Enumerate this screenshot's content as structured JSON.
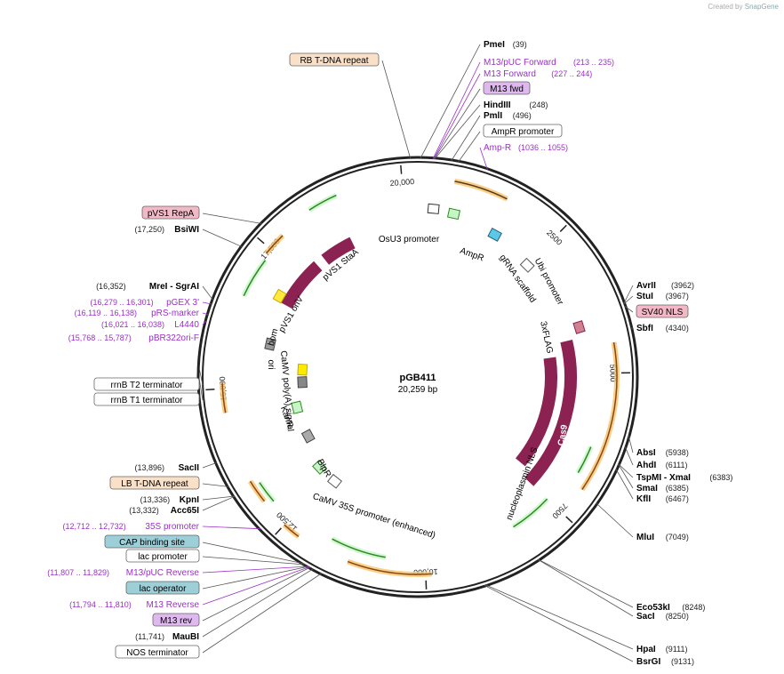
{
  "credit": {
    "prefix": "Created by",
    "brand": "SnapGene"
  },
  "plasmid": {
    "name": "pGB411",
    "size_label": "20,259 bp",
    "length": 20259
  },
  "colors": {
    "backbone": "#222222",
    "enzyme_text": "#000000",
    "position_text": "#333333",
    "primer": "#9b30c8",
    "feature_arrow": "#8b2252",
    "light_green": "#c8f5c8",
    "orf_orange": "#f7c46b",
    "orf_green": "#2d8a1f",
    "orf_brown": "#8b4513",
    "tdna_box": "#fbe0c8",
    "repa_box": "#f2b8c6",
    "cap_box": "#9ccfd8",
    "m13_box": "#e0b8f0"
  },
  "ticks": [
    {
      "label": "20,000",
      "pos": 20000
    },
    {
      "label": "2500",
      "pos": 2500
    },
    {
      "label": "5000",
      "pos": 5000
    },
    {
      "label": "7500",
      "pos": 7500
    },
    {
      "label": "10,000",
      "pos": 10000
    },
    {
      "label": "12,500",
      "pos": 12500
    },
    {
      "label": "15,000",
      "pos": 15000
    },
    {
      "label": "17,500",
      "pos": 17500
    }
  ],
  "callouts_right": [
    {
      "name": "PmeI",
      "pos_text": "(39)",
      "pos": 39,
      "kind": "enzyme-left"
    },
    {
      "name": "M13/pUC Forward",
      "pos_text": "(213 .. 235)",
      "pos": 224,
      "kind": "primer"
    },
    {
      "name": "M13 Forward",
      "pos_text": "(227 .. 244)",
      "pos": 235,
      "kind": "primer"
    },
    {
      "name": "M13 fwd",
      "pos_text": "",
      "pos": 240,
      "kind": "box-m13"
    },
    {
      "name": "HindIII",
      "pos_text": "(248)",
      "pos": 248,
      "kind": "enzyme"
    },
    {
      "name": "PmlI",
      "pos_text": "(496)",
      "pos": 496,
      "kind": "enzyme"
    },
    {
      "name": "AmpR promoter",
      "pos_text": "",
      "pos": 600,
      "kind": "box-plain"
    },
    {
      "name": "Amp-R",
      "pos_text": "(1036 .. 1055)",
      "pos": 1045,
      "kind": "primer"
    },
    {
      "name": "AvrII",
      "pos_text": "(3962)",
      "pos": 3962,
      "kind": "enzyme"
    },
    {
      "name": "StuI",
      "pos_text": "(3967)",
      "pos": 3967,
      "kind": "enzyme"
    },
    {
      "name": "SV40 NLS",
      "pos_text": "",
      "pos": 4000,
      "kind": "box-repa"
    },
    {
      "name": "SbfI",
      "pos_text": "(4340)",
      "pos": 4340,
      "kind": "enzyme"
    },
    {
      "name": "AbsI",
      "pos_text": "(5938)",
      "pos": 5938,
      "kind": "enzyme"
    },
    {
      "name": "AhdI",
      "pos_text": "(6111)",
      "pos": 6111,
      "kind": "enzyme"
    },
    {
      "name": "TspMI - XmaI",
      "pos_text": "(6383)",
      "pos": 6383,
      "kind": "enzyme"
    },
    {
      "name": "SmaI",
      "pos_text": "(6385)",
      "pos": 6385,
      "kind": "enzyme"
    },
    {
      "name": "KflI",
      "pos_text": "(6467)",
      "pos": 6467,
      "kind": "enzyme"
    },
    {
      "name": "MluI",
      "pos_text": "(7049)",
      "pos": 7049,
      "kind": "enzyme"
    },
    {
      "name": "Eco53kI",
      "pos_text": "(8248)",
      "pos": 8248,
      "kind": "enzyme"
    },
    {
      "name": "SacI",
      "pos_text": "(8250)",
      "pos": 8250,
      "kind": "enzyme"
    },
    {
      "name": "HpaI",
      "pos_text": "(9111)",
      "pos": 9111,
      "kind": "enzyme"
    },
    {
      "name": "BsrGI",
      "pos_text": "(9131)",
      "pos": 9131,
      "kind": "enzyme"
    }
  ],
  "callouts_left": [
    {
      "name": "RB T-DNA repeat",
      "pos_text": "",
      "pos": 20150,
      "kind": "box-tdna"
    },
    {
      "name": "pVS1 RepA",
      "pos_text": "",
      "pos": 17700,
      "kind": "box-repa"
    },
    {
      "name": "BsiWI",
      "pos_text": "(17,250)",
      "pos": 17250,
      "kind": "enzyme"
    },
    {
      "name": "MreI - SgrAI",
      "pos_text": "(16,352)",
      "pos": 16352,
      "kind": "enzyme"
    },
    {
      "name": "pGEX 3'",
      "pos_text": "(16,279 .. 16,301)",
      "pos": 16290,
      "kind": "primer"
    },
    {
      "name": "pRS-marker",
      "pos_text": "(16,119 .. 16,138)",
      "pos": 16128,
      "kind": "primer"
    },
    {
      "name": "L4440",
      "pos_text": "(16,021 .. 16,038)",
      "pos": 16030,
      "kind": "primer"
    },
    {
      "name": "pBR322ori-F",
      "pos_text": "(15,768 .. 15,787)",
      "pos": 15778,
      "kind": "primer"
    },
    {
      "name": "rrnB T2 terminator",
      "pos_text": "",
      "pos": 15320,
      "kind": "box-plain"
    },
    {
      "name": "rrnB T1 terminator",
      "pos_text": "",
      "pos": 15180,
      "kind": "box-plain"
    },
    {
      "name": "SacII",
      "pos_text": "(13,896)",
      "pos": 13896,
      "kind": "enzyme"
    },
    {
      "name": "LB T-DNA repeat",
      "pos_text": "",
      "pos": 13500,
      "kind": "box-tdna"
    },
    {
      "name": "KpnI",
      "pos_text": "(13,336)",
      "pos": 13336,
      "kind": "enzyme"
    },
    {
      "name": "Acc65I",
      "pos_text": "(13,332)",
      "pos": 13332,
      "kind": "enzyme"
    },
    {
      "name": "35S promoter",
      "pos_text": "(12,712 .. 12,732)",
      "pos": 12722,
      "kind": "primer"
    },
    {
      "name": "CAP binding site",
      "pos_text": "",
      "pos": 11900,
      "kind": "box-cap"
    },
    {
      "name": "lac promoter",
      "pos_text": "",
      "pos": 11870,
      "kind": "box-plain"
    },
    {
      "name": "M13/pUC Reverse",
      "pos_text": "(11,807 .. 11,829)",
      "pos": 11818,
      "kind": "primer"
    },
    {
      "name": "lac operator",
      "pos_text": "",
      "pos": 11815,
      "kind": "box-cap"
    },
    {
      "name": "M13 Reverse",
      "pos_text": "(11,794 .. 11,810)",
      "pos": 11802,
      "kind": "primer"
    },
    {
      "name": "M13 rev",
      "pos_text": "",
      "pos": 11790,
      "kind": "box-m13"
    },
    {
      "name": "MauBI",
      "pos_text": "(11,741)",
      "pos": 11741,
      "kind": "enzyme"
    },
    {
      "name": "NOS terminator",
      "pos_text": "",
      "pos": 11600,
      "kind": "box-plain"
    }
  ],
  "inner_labels": [
    {
      "text": "OsU3 promoter"
    },
    {
      "text": "AmpR"
    },
    {
      "text": "gRNA scaffold"
    },
    {
      "text": "Ubi promoter"
    },
    {
      "text": "3xFLAG"
    },
    {
      "text": "Cas9"
    },
    {
      "text": "Cas9"
    },
    {
      "text": "nucleoplasmin NLS"
    },
    {
      "text": "pVS1 StaA"
    },
    {
      "text": "pVS1 oriV"
    },
    {
      "text": "bom"
    },
    {
      "text": "ori"
    },
    {
      "text": "CaMV poly(A) signal"
    },
    {
      "text": "KanR"
    },
    {
      "text": "BlpR"
    },
    {
      "text": "CaMV 35S promoter (enhanced)"
    }
  ],
  "feature_arcs": [
    {
      "name": "Cas9 (outer)",
      "start": 4300,
      "end": 7500,
      "color": "feature_arrow",
      "direction": "cw"
    },
    {
      "name": "Cas9 (inner)",
      "start": 4600,
      "end": 7300,
      "color": "feature_arrow",
      "direction": "cw"
    },
    {
      "name": "pVS1 StaA",
      "start": 18800,
      "end": 18100,
      "color": "feature_arrow",
      "direction": "ccw"
    },
    {
      "name": "pVS1 RepA",
      "start": 17900,
      "end": 16800,
      "color": "feature_arrow",
      "direction": "ccw"
    }
  ]
}
